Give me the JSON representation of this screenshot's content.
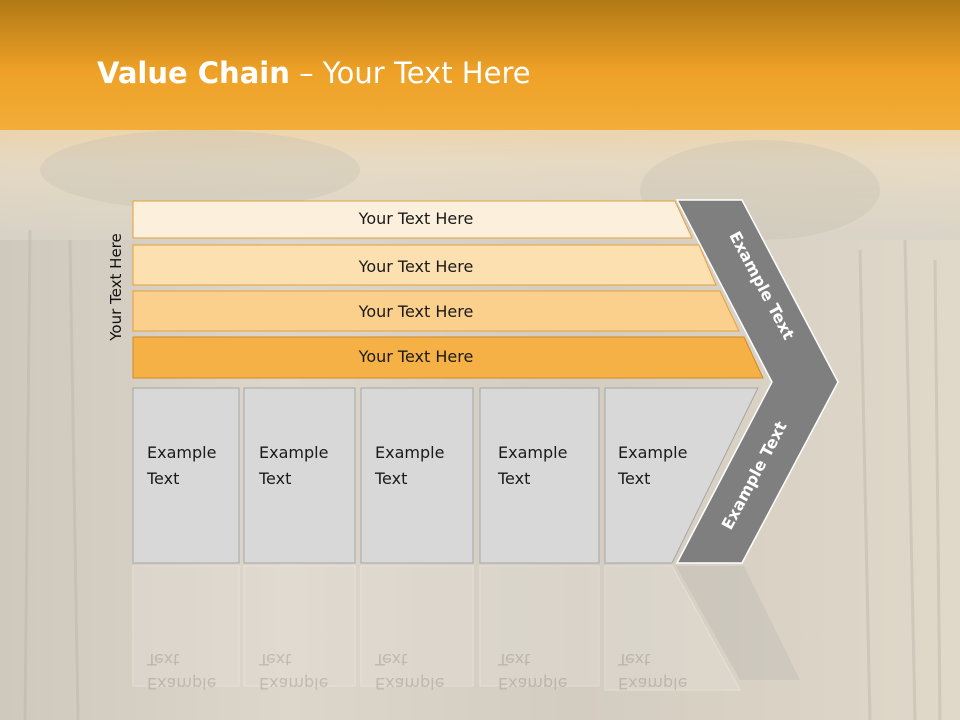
{
  "slide": {
    "title_bold": "Value Chain",
    "title_rest": " – Your Text Here",
    "side_label": "Your Text Here",
    "bars": [
      {
        "label": "Your Text Here",
        "color": "#fcefdc"
      },
      {
        "label": "Your Text Here",
        "color": "#fde0b0"
      },
      {
        "label": "Your Text Here",
        "color": "#fbd08c"
      },
      {
        "label": "Your Text Here",
        "color": "#f6b146"
      }
    ],
    "boxes": [
      {
        "line1": "Example",
        "line2": "Text"
      },
      {
        "line1": "Example",
        "line2": "Text"
      },
      {
        "line1": "Example",
        "line2": "Text"
      },
      {
        "line1": "Example",
        "line2": "Text"
      },
      {
        "line1": "Example",
        "line2": "Text"
      }
    ],
    "chevron_top_text": "Example Text",
    "chevron_bottom_text": "Example Text",
    "colors": {
      "header_orange": "#f0a428",
      "box_fill": "#d8d8d8",
      "chevron_fill": "#7f7f7f"
    }
  }
}
